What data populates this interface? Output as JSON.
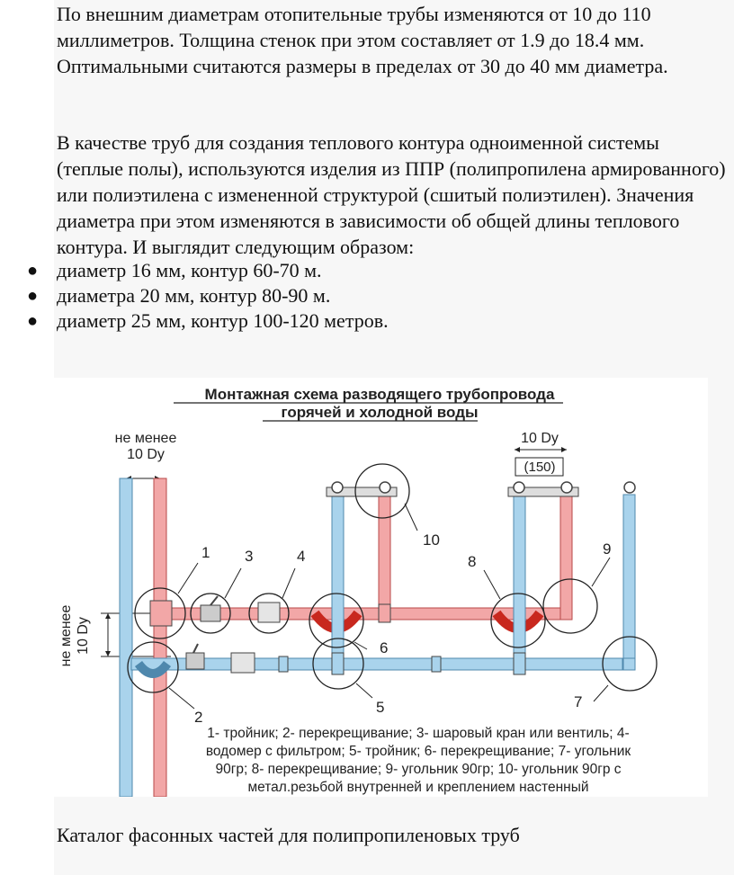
{
  "paragraphs": [
    "По внешним диаметрам отопительные трубы изменяются от 10 до 110 миллиметров. Толщина стенок при этом составляет от 1.9 до 18.4 мм. Оптимальными считаются размеры в пределах от 30 до 40 мм диаметра.",
    "В качестве труб для создания теплового контура одноименной системы (теплые полы), используются изделия из ППР (полипропилена армированного) или полиэтилена с измененной структурой (сшитый полиэтилен). Значения диаметра при этом изменяются в зависимости об общей длины теплового контура. И выглядит следующим образом:"
  ],
  "bullets": [
    "диаметр 16 мм, контур 60-70 м.",
    "диаметра 20 мм, контур 80-90 м.",
    "диаметр 25 мм, контур 100-120 метров."
  ],
  "diagram": {
    "title_line1": "Монтажная схема разводящего трубопровода",
    "title_line2": "горячей и холодной воды",
    "dim_left_line1": "не менее",
    "dim_left_line2": "10 Dy",
    "dim_right_line1": "10 Dy",
    "dim_right_line2": "(150)",
    "dim_vertical_line1": "не менее",
    "dim_vertical_line2": "10 Dy",
    "callouts": [
      "1",
      "2",
      "3",
      "4",
      "5",
      "6",
      "7",
      "8",
      "9",
      "10"
    ],
    "legend": [
      "1- тройник; 2- перекрещивание; 3- шаровый кран или вентиль; 4-",
      "водомер с фильтром; 5- тройник; 6- перекрещивание; 7- угольник",
      "90гр; 8- перекрещивание; 9- угольник 90гр; 10- угольник 90гр с",
      "метал.резьбой внутренней и креплением  настенный"
    ],
    "colors": {
      "hot": "#f2a7a7",
      "hot_stroke": "#b84a4a",
      "cold": "#a9d3ec",
      "cold_stroke": "#4f88ad",
      "crossing": "#c8281e"
    }
  },
  "caption": "Каталог фасонных частей для полипропиленовых труб"
}
